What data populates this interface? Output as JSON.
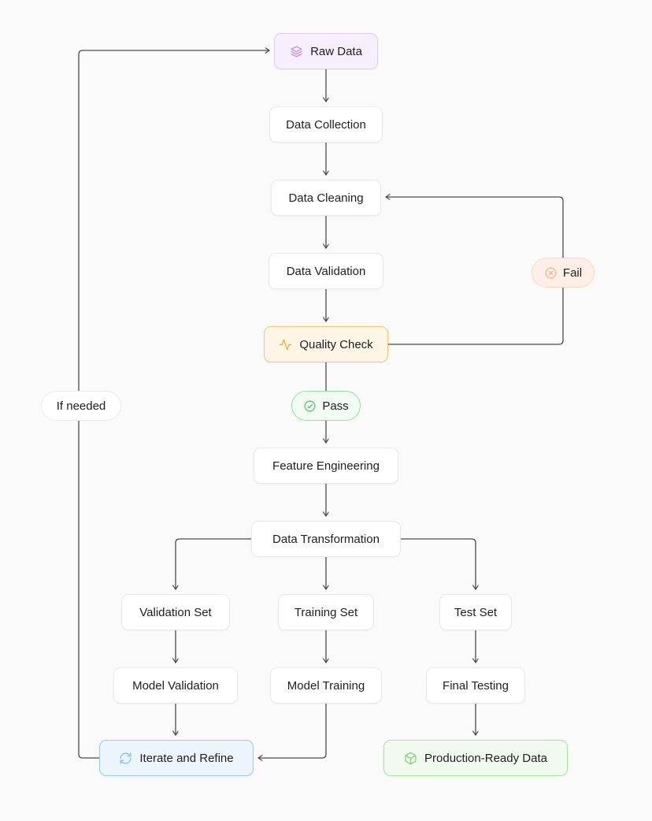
{
  "diagram": {
    "background_color": "#fafafa",
    "edge_color": "#4a4a4a",
    "nodes": {
      "raw_data": {
        "label": "Raw Data",
        "icon": "layers-icon",
        "bg": "#f8effd",
        "border": "#e5c9f4",
        "icon_color": "#c795e8"
      },
      "data_collection": {
        "label": "Data Collection"
      },
      "data_cleaning": {
        "label": "Data Cleaning"
      },
      "data_validation": {
        "label": "Data Validation"
      },
      "quality_check": {
        "label": "Quality Check",
        "icon": "activity-icon",
        "bg": "#fdf6e7",
        "border": "#f3c979",
        "icon_color": "#efb53b"
      },
      "feature_engineering": {
        "label": "Feature Engineering"
      },
      "data_transformation": {
        "label": "Data Transformation"
      },
      "validation_set": {
        "label": "Validation Set"
      },
      "training_set": {
        "label": "Training Set"
      },
      "test_set": {
        "label": "Test Set"
      },
      "model_validation": {
        "label": "Model Validation"
      },
      "model_training": {
        "label": "Model Training"
      },
      "final_testing": {
        "label": "Final Testing"
      },
      "iterate_refine": {
        "label": "Iterate and Refine",
        "icon": "refresh-icon",
        "bg": "#ecf5fc",
        "border": "#9ac9ef",
        "icon_color": "#8ec6f2"
      },
      "production_ready": {
        "label": "Production-Ready Data",
        "icon": "box-icon",
        "bg": "#f1faee",
        "border": "#a8e49c",
        "icon_color": "#82d878"
      }
    },
    "edge_labels": {
      "pass": {
        "label": "Pass",
        "icon": "circle-check-icon",
        "bg": "#f2fcf3",
        "border": "#8fe39c",
        "icon_color": "#5bcd74"
      },
      "fail": {
        "label": "Fail",
        "icon": "circle-x-icon",
        "bg": "#fdefe7",
        "border": "#f8d9c3",
        "icon_color": "#f3ba97"
      },
      "if_needed": {
        "label": "If needed",
        "bg": "#ffffff",
        "border": "#ebebeb"
      }
    },
    "edges": [
      {
        "from": "raw_data",
        "to": "data_collection"
      },
      {
        "from": "data_collection",
        "to": "data_cleaning"
      },
      {
        "from": "data_cleaning",
        "to": "data_validation"
      },
      {
        "from": "data_validation",
        "to": "quality_check"
      },
      {
        "from": "quality_check",
        "to": "feature_engineering",
        "label": "Pass"
      },
      {
        "from": "quality_check",
        "to": "data_cleaning",
        "label": "Fail"
      },
      {
        "from": "feature_engineering",
        "to": "data_transformation"
      },
      {
        "from": "data_transformation",
        "to": "validation_set"
      },
      {
        "from": "data_transformation",
        "to": "training_set"
      },
      {
        "from": "data_transformation",
        "to": "test_set"
      },
      {
        "from": "validation_set",
        "to": "model_validation"
      },
      {
        "from": "training_set",
        "to": "model_training"
      },
      {
        "from": "test_set",
        "to": "final_testing"
      },
      {
        "from": "model_validation",
        "to": "iterate_refine"
      },
      {
        "from": "model_training",
        "to": "iterate_refine"
      },
      {
        "from": "final_testing",
        "to": "production_ready"
      },
      {
        "from": "iterate_refine",
        "to": "raw_data",
        "label": "If needed"
      }
    ]
  }
}
